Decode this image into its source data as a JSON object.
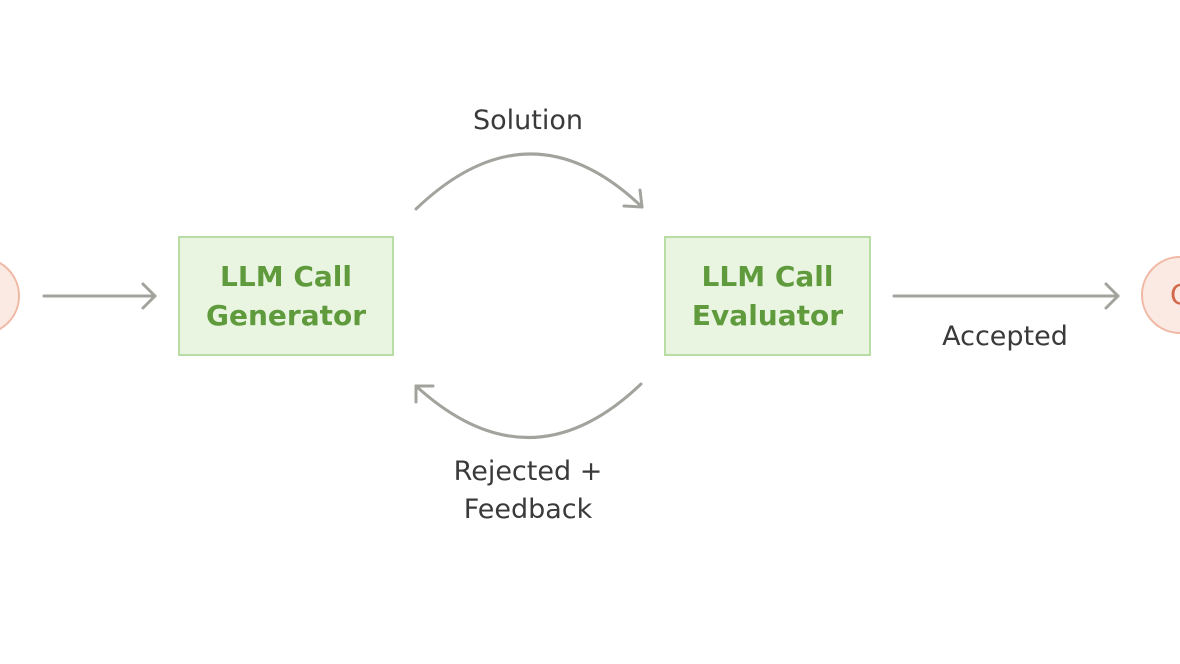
{
  "nodes": {
    "input": {
      "label": ""
    },
    "generator": {
      "line1": "LLM Call",
      "line2": "Generator"
    },
    "evaluator": {
      "line1": "LLM Call",
      "line2": "Evaluator"
    },
    "output": {
      "label": "O"
    }
  },
  "edges": {
    "solution": "Solution",
    "accepted": "Accepted",
    "rejected_line1": "Rejected +",
    "rejected_line2": "Feedback"
  },
  "colors": {
    "box_fill": "#e9f5e1",
    "box_border": "#b8dea6",
    "box_text": "#5f9a3c",
    "circle_fill": "#fbe9e3",
    "circle_border": "#f0b9a6",
    "circle_text": "#d4684a",
    "arrow": "#a3a39e",
    "label_text": "#3a3a3a"
  }
}
